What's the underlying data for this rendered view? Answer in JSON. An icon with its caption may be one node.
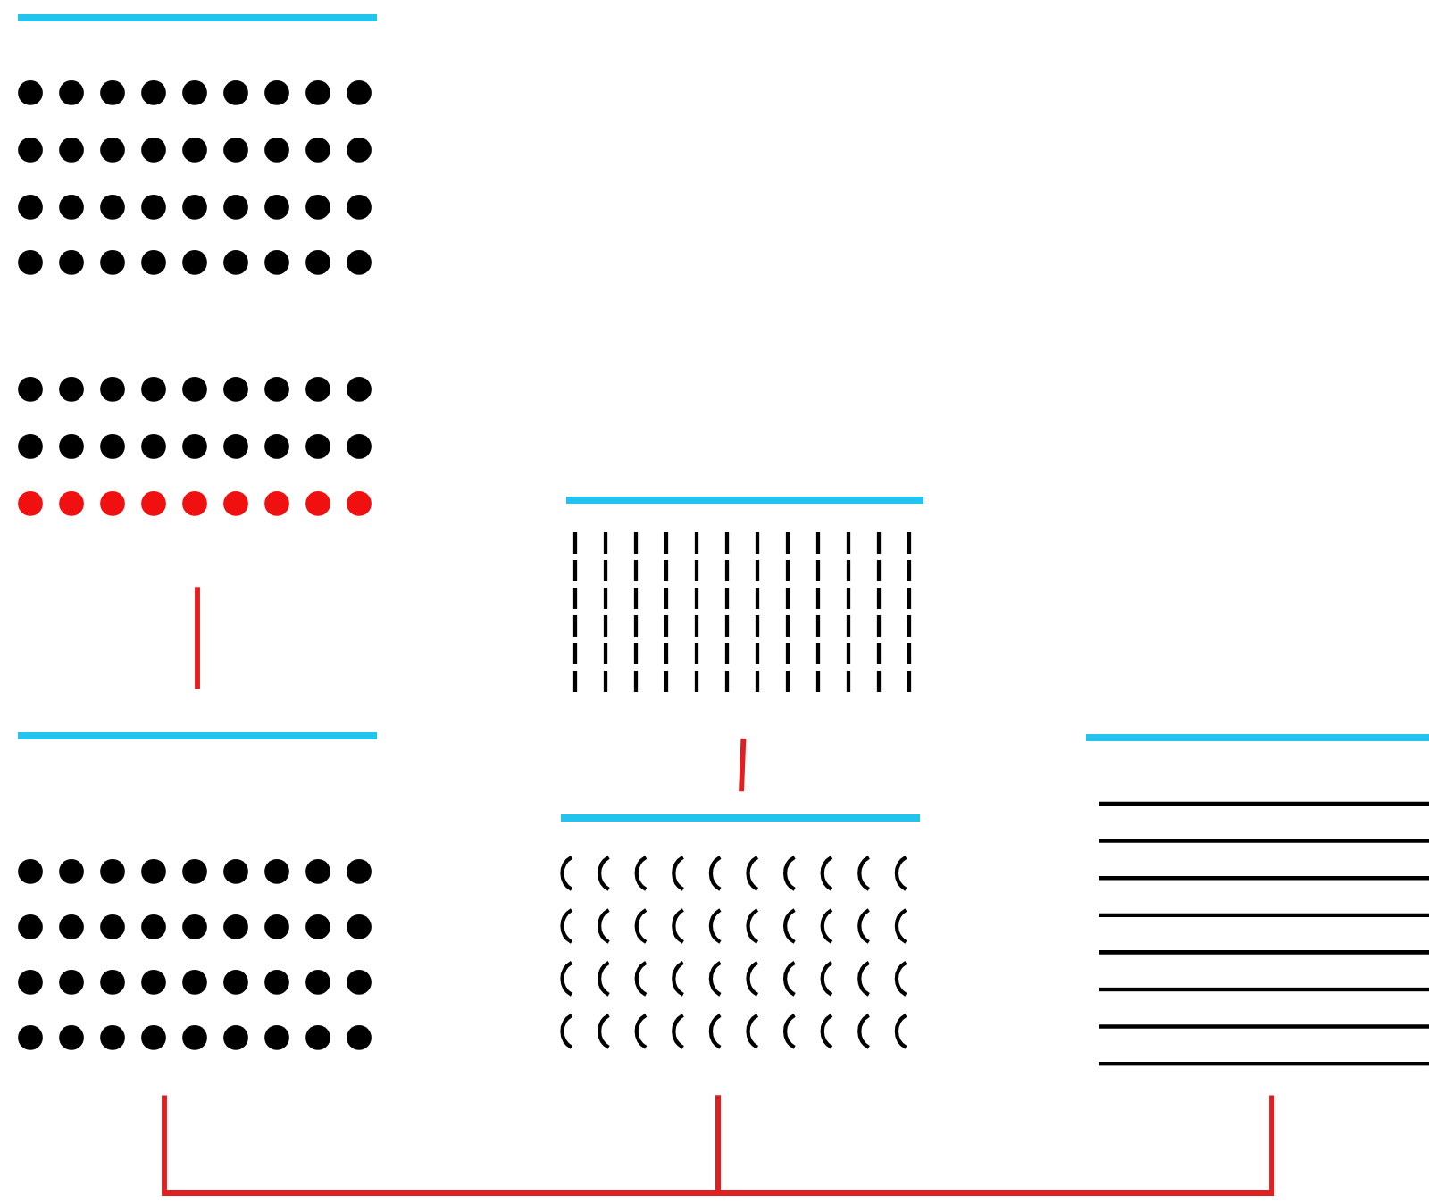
{
  "diagram": {
    "nodes": [
      {
        "text": [],
        "shape": "dots"
      },
      {
        "text": [],
        "shape": "dots"
      },
      {
        "text": [],
        "shape": "dashes"
      },
      {
        "text": [],
        "shape": "arcs"
      },
      {
        "text": [],
        "shape": "lines"
      }
    ],
    "edges": [
      {
        "from": 0,
        "to": 1,
        "arrow": "none"
      },
      {
        "from": 2,
        "to": 3,
        "arrow": "none"
      },
      {
        "from": 1,
        "to": 3,
        "arrow": "none"
      },
      {
        "from": 3,
        "to": 4,
        "arrow": "none"
      }
    ]
  }
}
